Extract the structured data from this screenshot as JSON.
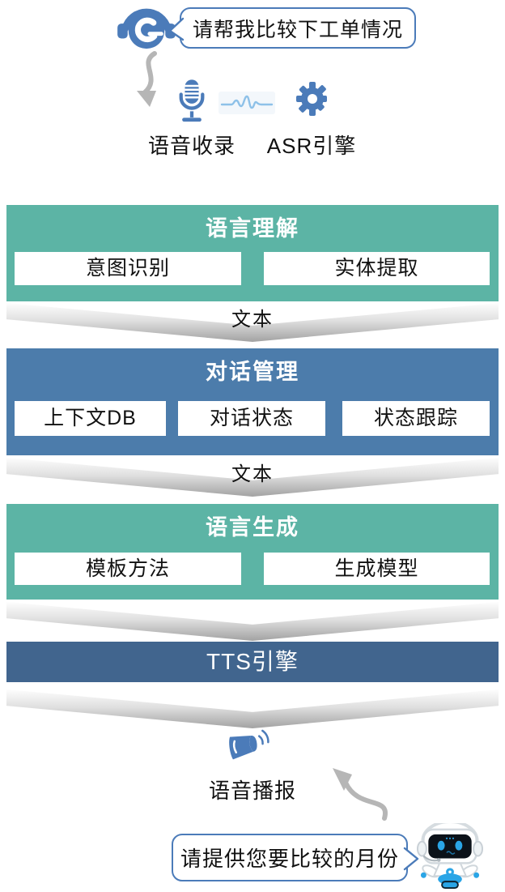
{
  "palette": {
    "teal": "#5cb4a5",
    "blue": "#4c7cab",
    "dark_blue": "#41658e",
    "icon_blue": "#4b7bb9",
    "arrow_gray": "#b6b6b6",
    "wave_blue": "#8ec1e8"
  },
  "user": {
    "bubble_text": "请帮我比较下工单情况"
  },
  "capture": {
    "voice_record_label": "语音收录",
    "asr_engine_label": "ASR引擎"
  },
  "nlu": {
    "title": "语言理解",
    "items": [
      "意图识别",
      "实体提取"
    ]
  },
  "dm": {
    "title": "对话管理",
    "items": [
      "上下文DB",
      "对话状态",
      "状态跟踪"
    ]
  },
  "nlg": {
    "title": "语言生成",
    "items": [
      "模板方法",
      "生成模型"
    ]
  },
  "tts": {
    "title": "TTS引擎"
  },
  "connectors": {
    "after_nlu": "文本",
    "after_dm": "文本"
  },
  "broadcast": {
    "label": "语音播报"
  },
  "assistant": {
    "bubble_text": "请提供您要比较的月份"
  },
  "icons": {
    "headset": "headset-agent-icon",
    "microphone": "microphone-icon",
    "waveform": "waveform-icon",
    "gear": "gear-icon",
    "arrow_down": "curved-arrow-down-icon",
    "megaphone": "megaphone-icon",
    "arrow_up": "curved-arrow-up-icon",
    "robot": "robot-assistant-icon"
  }
}
